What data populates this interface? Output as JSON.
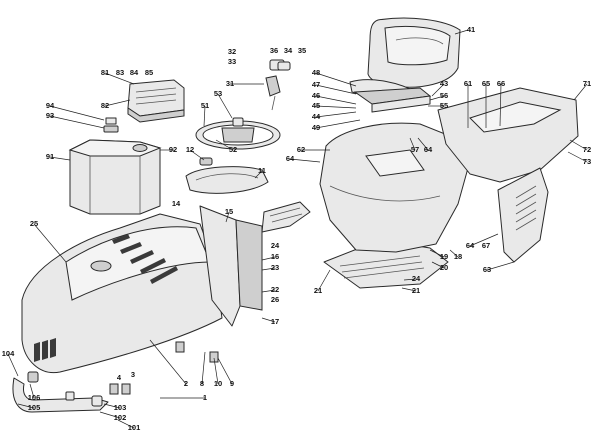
{
  "callouts": [
    {
      "id": "1",
      "t": "1"
    },
    {
      "id": "2",
      "t": "2"
    },
    {
      "id": "3",
      "t": "3"
    },
    {
      "id": "4",
      "t": "4"
    },
    {
      "id": "8",
      "t": "8"
    },
    {
      "id": "9",
      "t": "9"
    },
    {
      "id": "10",
      "t": "10"
    },
    {
      "id": "11",
      "t": "11"
    },
    {
      "id": "12",
      "t": "12"
    },
    {
      "id": "14",
      "t": "14"
    },
    {
      "id": "15",
      "t": "15"
    },
    {
      "id": "16",
      "t": "16"
    },
    {
      "id": "17",
      "t": "17"
    },
    {
      "id": "18",
      "t": "18"
    },
    {
      "id": "19",
      "t": "19"
    },
    {
      "id": "20",
      "t": "20"
    },
    {
      "id": "21a",
      "t": "21"
    },
    {
      "id": "21b",
      "t": "21"
    },
    {
      "id": "22",
      "t": "22"
    },
    {
      "id": "23",
      "t": "23"
    },
    {
      "id": "24a",
      "t": "24"
    },
    {
      "id": "24b",
      "t": "24"
    },
    {
      "id": "25",
      "t": "25"
    },
    {
      "id": "26",
      "t": "26"
    },
    {
      "id": "31",
      "t": "31"
    },
    {
      "id": "32",
      "t": "32"
    },
    {
      "id": "33",
      "t": "33"
    },
    {
      "id": "34",
      "t": "34"
    },
    {
      "id": "35",
      "t": "35"
    },
    {
      "id": "36",
      "t": "36"
    },
    {
      "id": "41",
      "t": "41"
    },
    {
      "id": "43",
      "t": "43"
    },
    {
      "id": "44",
      "t": "44"
    },
    {
      "id": "45",
      "t": "45"
    },
    {
      "id": "46",
      "t": "46"
    },
    {
      "id": "47",
      "t": "47"
    },
    {
      "id": "48",
      "t": "48"
    },
    {
      "id": "49",
      "t": "49"
    },
    {
      "id": "51",
      "t": "51"
    },
    {
      "id": "52",
      "t": "52"
    },
    {
      "id": "53",
      "t": "53"
    },
    {
      "id": "55",
      "t": "55"
    },
    {
      "id": "56",
      "t": "56"
    },
    {
      "id": "57",
      "t": "57"
    },
    {
      "id": "61",
      "t": "61"
    },
    {
      "id": "62",
      "t": "62"
    },
    {
      "id": "63",
      "t": "63"
    },
    {
      "id": "64a",
      "t": "64"
    },
    {
      "id": "64b",
      "t": "64"
    },
    {
      "id": "64c",
      "t": "64"
    },
    {
      "id": "65",
      "t": "65"
    },
    {
      "id": "66",
      "t": "66"
    },
    {
      "id": "67",
      "t": "67"
    },
    {
      "id": "71",
      "t": "71"
    },
    {
      "id": "72",
      "t": "72"
    },
    {
      "id": "73",
      "t": "73"
    },
    {
      "id": "81",
      "t": "81"
    },
    {
      "id": "82",
      "t": "82"
    },
    {
      "id": "83",
      "t": "83"
    },
    {
      "id": "84",
      "t": "84"
    },
    {
      "id": "85",
      "t": "85"
    },
    {
      "id": "91",
      "t": "91"
    },
    {
      "id": "92",
      "t": "92"
    },
    {
      "id": "93",
      "t": "93"
    },
    {
      "id": "94",
      "t": "94"
    },
    {
      "id": "101",
      "t": "101"
    },
    {
      "id": "102",
      "t": "102"
    },
    {
      "id": "103",
      "t": "103"
    },
    {
      "id": "104",
      "t": "104"
    },
    {
      "id": "105",
      "t": "105"
    },
    {
      "id": "106",
      "t": "106"
    }
  ]
}
